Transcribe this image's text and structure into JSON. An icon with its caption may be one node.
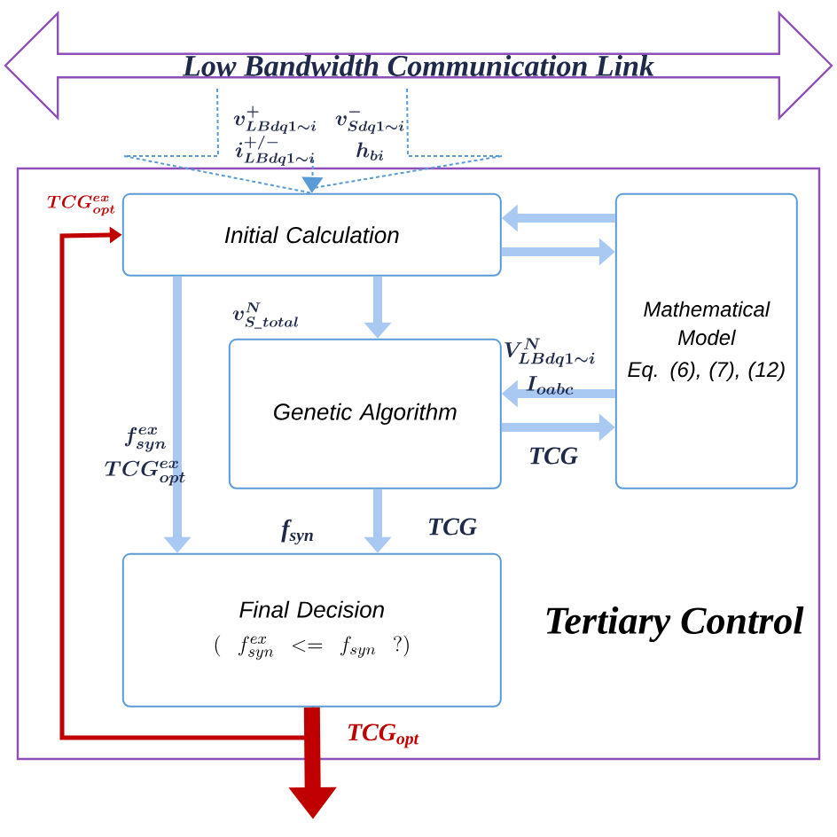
{
  "diagram": {
    "nodes": [
      {
        "text": [
          "Tertiary Control"
        ]
      },
      {
        "text": [
          "Low Bandwidth Communication Link"
        ]
      },
      {
        "text": [
          "Initial Calculation"
        ],
        "in": 0
      },
      {
        "text": [
          "Mathematical Model",
          "Eq. (6), (7), (12)"
        ],
        "in": 0
      },
      {
        "text": [
          "Genetic Algorithm"
        ],
        "in": 0
      },
      {
        "text": [
          "Final Decision",
          "(\\; f^{ex}_{syn} <= f_{syn}\\; ?)"
        ],
        "in": 0
      }
    ],
    "edges": [
      {
        "from": 1,
        "to": 2,
        "arrow": "to",
        "style": "dashed",
        "label": "\\begin{matrix} v^{+}_{LBdq1\\sim i} & v^{-}_{Sdq1\\sim i} \\\\ i^{+/-}_{LBdq1\\sim i} & h_{bi} \\end{matrix}"
      },
      {
        "from": 3,
        "to": 2,
        "arrow": "to"
      },
      {
        "from": 2,
        "to": 3,
        "arrow": "to"
      },
      {
        "from": 2,
        "to": 4,
        "arrow": "to",
        "label": "v^{N}_{S\\_total}"
      },
      {
        "from": 2,
        "to": 5,
        "arrow": "to",
        "label": "\\begin{matrix} f^{ex}_{syn} \\\\ TCG^{ex}_{opt} \\end{matrix}"
      },
      {
        "from": 3,
        "to": 4,
        "arrow": "to",
        "label": "\\begin{matrix} V^{N}_{LBdq1\\sim i} \\\\ I_{oabc} \\end{matrix}"
      },
      {
        "from": 4,
        "to": 3,
        "arrow": "to",
        "label": "TCG"
      },
      {
        "from": 4,
        "to": 5,
        "arrow": "to",
        "label": "f$_{syn}$"
      },
      {
        "from": 5,
        "to": null,
        "arrow": "to",
        "style": "thick",
        "color": "#c00000",
        "label": "TCG$_{opt}$"
      },
      {
        "from": 5,
        "to": 2,
        "arrow": "to",
        "color": "#c00000",
        "label": "TCG^{ex}_{opt}"
      }
    ],
    "labels": [
      "TCG"
    ]
  }
}
